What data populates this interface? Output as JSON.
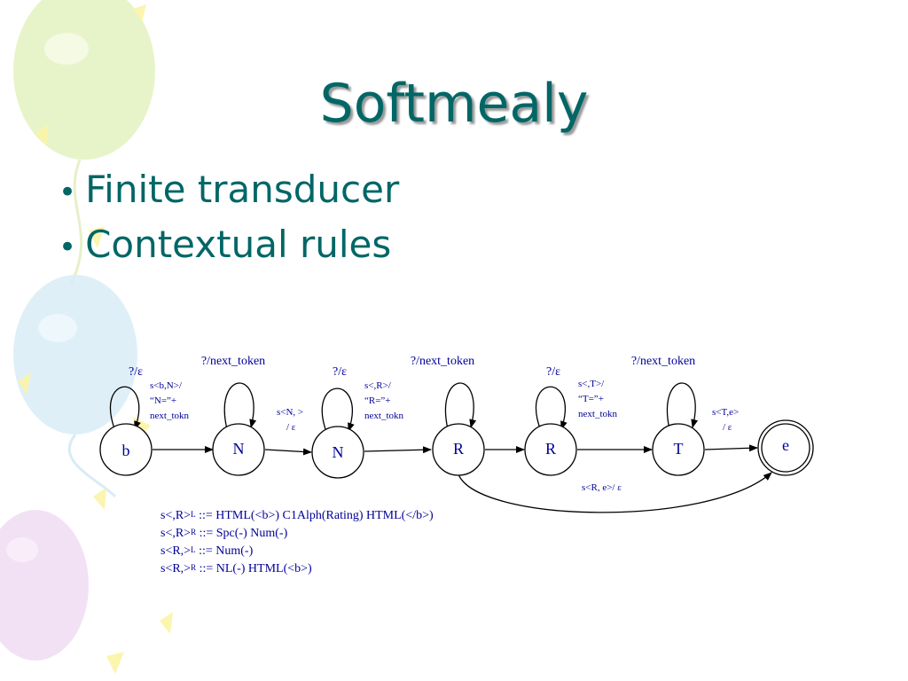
{
  "slide": {
    "title": "Softmealy",
    "bullets": [
      {
        "text": "Finite transducer"
      },
      {
        "text": "Contextual rules"
      }
    ]
  },
  "diagram": {
    "states": [
      {
        "id": "s1",
        "label": "b"
      },
      {
        "id": "s2",
        "label": "N"
      },
      {
        "id": "s3",
        "label": "N"
      },
      {
        "id": "s4",
        "label": "R"
      },
      {
        "id": "s5",
        "label": "R"
      },
      {
        "id": "s6",
        "label": "T"
      },
      {
        "id": "s7",
        "label": "e",
        "final": true
      }
    ],
    "self_loop_labels": {
      "b": "?/ε",
      "N1": "?/next_token",
      "N2": "?/ε",
      "R1": "?/next_token",
      "R2": "?/ε",
      "T": "?/next_token"
    },
    "transition_labels": {
      "b_N": [
        "s<b,N>/",
        "“N=”+",
        "next_tokn"
      ],
      "N_N": [
        "s<N, >",
        "/ ε"
      ],
      "N_R": [
        "s<,R>/",
        "“R=”+",
        "next_tokn"
      ],
      "R_T": [
        "s<,T>/",
        "“T=”+",
        "next_tokn"
      ],
      "T_e": [
        "s<T,e>",
        "/ ε"
      ],
      "R_e": "s<R, e>/ ε"
    },
    "rules": [
      {
        "head": "s<,R>",
        "sup": "L",
        "body": " ::= HTML(<b>) C1Alph(Rating) HTML(</b>)"
      },
      {
        "head": "s<,R>",
        "sup": "R",
        "body": " ::= Spc(-) Num(-)"
      },
      {
        "head": "s<R,>",
        "sup": "L",
        "body": " ::= Num(-)"
      },
      {
        "head": "s<R,>",
        "sup": "R",
        "body": " ::= NL(-) HTML(<b>)"
      }
    ]
  },
  "colors": {
    "title": "#006666",
    "label_blue": "#000099",
    "balloon_green": "#dff0b8",
    "balloon_blue": "#d6ecf7",
    "balloon_purple": "#efd9f2",
    "balloon_yellow": "#fbf6b0"
  }
}
